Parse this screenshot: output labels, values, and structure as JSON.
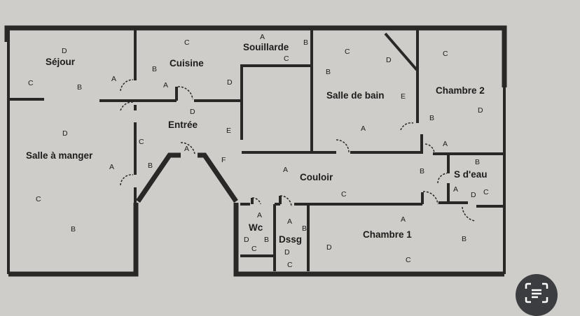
{
  "rooms": {
    "sejour": {
      "name": "Séjour",
      "walls": [
        "D",
        "C",
        "B",
        "A"
      ]
    },
    "cuisine": {
      "name": "Cuisine",
      "walls": [
        "C",
        "B",
        "A",
        "D"
      ]
    },
    "souillarde": {
      "name": "Souillarde",
      "walls": [
        "A",
        "B",
        "C"
      ]
    },
    "entree": {
      "name": "Entrée",
      "walls": [
        "D",
        "E",
        "C",
        "A",
        "B",
        "F"
      ]
    },
    "salle_a_manger": {
      "name": "Salle à manger",
      "walls": [
        "D",
        "A",
        "C",
        "B"
      ]
    },
    "salle_de_bain": {
      "name": "Salle de bain",
      "walls": [
        "E",
        "C",
        "D",
        "B",
        "A"
      ]
    },
    "chambre2": {
      "name": "Chambre 2",
      "walls": [
        "C",
        "D",
        "B",
        "A"
      ]
    },
    "couloir": {
      "name": "Couloir",
      "walls": [
        "A",
        "B",
        "C"
      ]
    },
    "s_deau": {
      "name": "S d'eau",
      "walls": [
        "B",
        "A",
        "D",
        "C"
      ]
    },
    "wc": {
      "name": "Wc",
      "walls": [
        "A",
        "D",
        "C",
        "B"
      ]
    },
    "dssg": {
      "name": "Dssg",
      "walls": [
        "A",
        "B",
        "D",
        "C"
      ]
    },
    "chambre1": {
      "name": "Chambre 1",
      "walls": [
        "A",
        "D",
        "B",
        "C"
      ]
    }
  },
  "colors": {
    "paper": "#cfcdca",
    "ink": "#2a2826",
    "lens_button": "#3b3d40"
  }
}
